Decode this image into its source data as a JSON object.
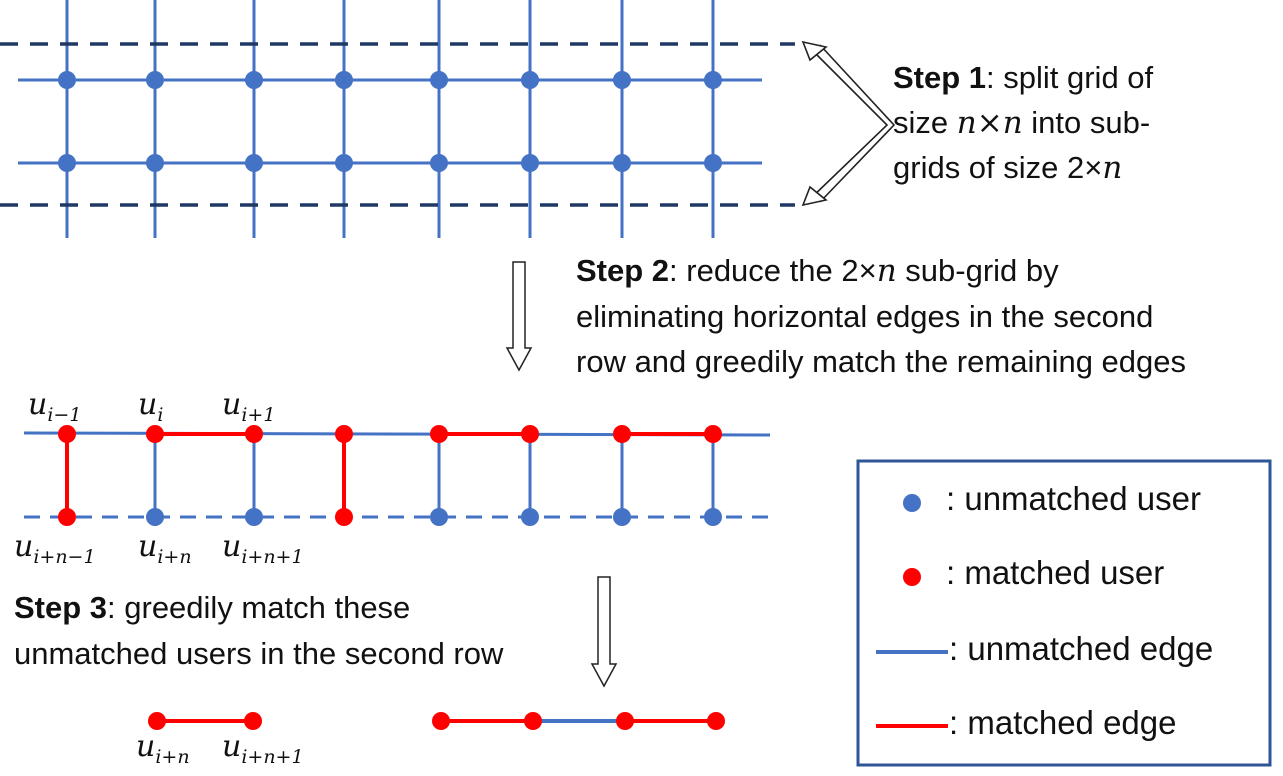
{
  "steps": {
    "step1": {
      "title": "Step 1",
      "lines": [
        ": split grid of",
        "size ",
        " into sub-",
        "grids of size 2×"
      ],
      "math": "n×n",
      "math2": "n"
    },
    "step2": {
      "title": "Step 2",
      "lines": [
        ": reduce the 2×",
        " sub-grid by",
        "eliminating horizontal edges in the second",
        "row and greedily match the remaining edges"
      ],
      "math": "n"
    },
    "step3": {
      "title": "Step 3",
      "lines": [
        ": greedily match these",
        "unmatched users in the second row"
      ]
    }
  },
  "node_labels": {
    "top": [
      {
        "base": "u",
        "sub": "i−1"
      },
      {
        "base": "u",
        "sub": "i"
      },
      {
        "base": "u",
        "sub": "i+1"
      }
    ],
    "bottom": [
      {
        "base": "u",
        "sub": "i+n−1"
      },
      {
        "base": "u",
        "sub": "i+n"
      },
      {
        "base": "u",
        "sub": "i+n+1"
      }
    ],
    "final": [
      {
        "base": "u",
        "sub": "i+n"
      },
      {
        "base": "u",
        "sub": "i+n+1"
      }
    ]
  },
  "legend": {
    "items": [
      {
        "symbol": "blue-dot",
        "label": ": unmatched user"
      },
      {
        "symbol": "red-dot",
        "label": ": matched user"
      },
      {
        "symbol": "blue-line",
        "label": ": unmatched edge"
      },
      {
        "symbol": "red-line",
        "label": ": matched edge"
      }
    ]
  },
  "colors": {
    "unmatched": "#4472C4",
    "matched": "#FF0000",
    "dashed_split": "#1F3864",
    "legend_border": "#2F5597"
  }
}
